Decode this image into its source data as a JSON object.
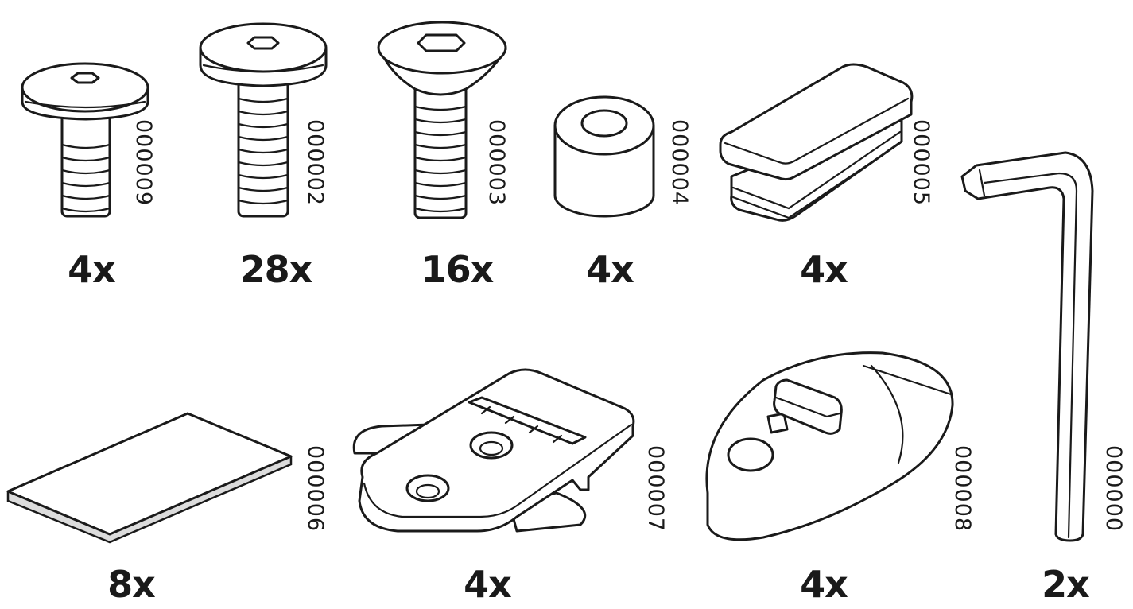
{
  "parts": [
    {
      "code": "000009",
      "quantity": "4x",
      "icon": "short-bolt-icon"
    },
    {
      "code": "000002",
      "quantity": "28x",
      "icon": "bolt-icon"
    },
    {
      "code": "000003",
      "quantity": "16x",
      "icon": "countersunk-bolt-icon"
    },
    {
      "code": "000004",
      "quantity": "4x",
      "icon": "spacer-icon"
    },
    {
      "code": "000005",
      "quantity": "4x",
      "icon": "end-cap-icon"
    },
    {
      "code": "000006",
      "quantity": "8x",
      "icon": "adhesive-pad-icon"
    },
    {
      "code": "000007",
      "quantity": "4x",
      "icon": "bracket-icon"
    },
    {
      "code": "000008",
      "quantity": "4x",
      "icon": "clip-icon"
    },
    {
      "code": "000000",
      "quantity": "2x",
      "icon": "allen-key-icon"
    }
  ]
}
